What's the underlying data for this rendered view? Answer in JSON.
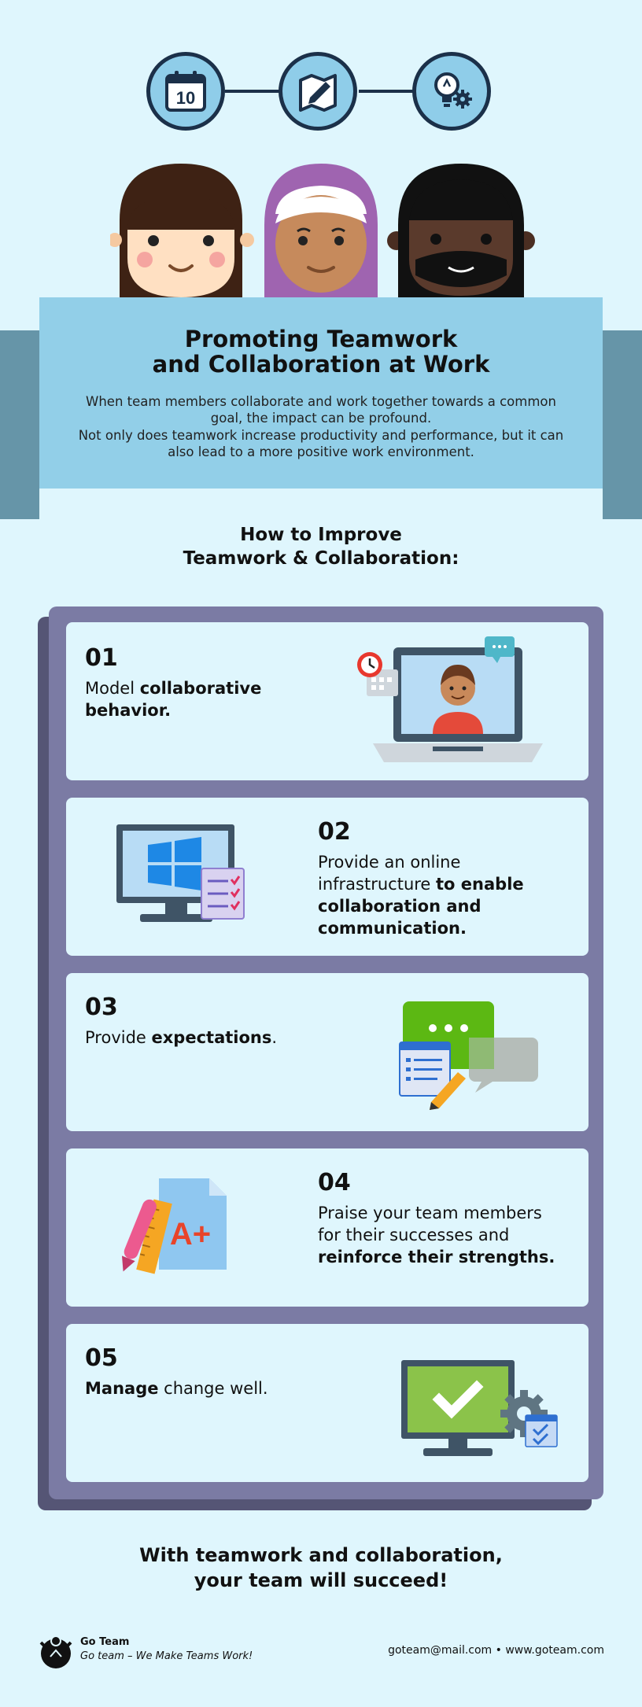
{
  "top_icons": {
    "calendar_day": "10"
  },
  "header": {
    "title_line1": "Promoting Teamwork",
    "title_line2": "and Collaboration at Work",
    "body_lines": [
      "When team members collaborate and work together towards a common",
      "goal, the impact can be profound.",
      "Not only does teamwork increase productivity and performance, but it can",
      "also lead to a more positive work environment."
    ]
  },
  "section": {
    "title_line1": "How to Improve",
    "title_line2": "Teamwork & Collaboration:"
  },
  "steps": [
    {
      "number": "01",
      "plain_before": "Model ",
      "bold": "collaborative behavior.",
      "plain_after": ""
    },
    {
      "number": "02",
      "plain_before": "Provide an online infrastructure ",
      "bold": "to enable collaboration and communication.",
      "plain_after": ""
    },
    {
      "number": "03",
      "plain_before": "Provide ",
      "bold": "expectations",
      "plain_after": "."
    },
    {
      "number": "04",
      "plain_before": "Praise your team members for their successes and ",
      "bold": "reinforce their strengths.",
      "plain_after": ""
    },
    {
      "number": "05",
      "plain_before": "",
      "bold": "Manage",
      "plain_after": " change well."
    }
  ],
  "art_text": {
    "grade": "A+"
  },
  "closing": {
    "line1": "With teamwork and collaboration,",
    "line2": "your team will succeed!"
  },
  "footer": {
    "brand": "Go Team",
    "tagline": "Go team – We Make Teams Work!",
    "contact": "goteam@mail.com • www.goteam.com"
  },
  "colors": {
    "background": "#dff6fd",
    "header_band": "#92cfe8",
    "panel": "#7b7ba4",
    "dark_navy": "#1b3049"
  }
}
